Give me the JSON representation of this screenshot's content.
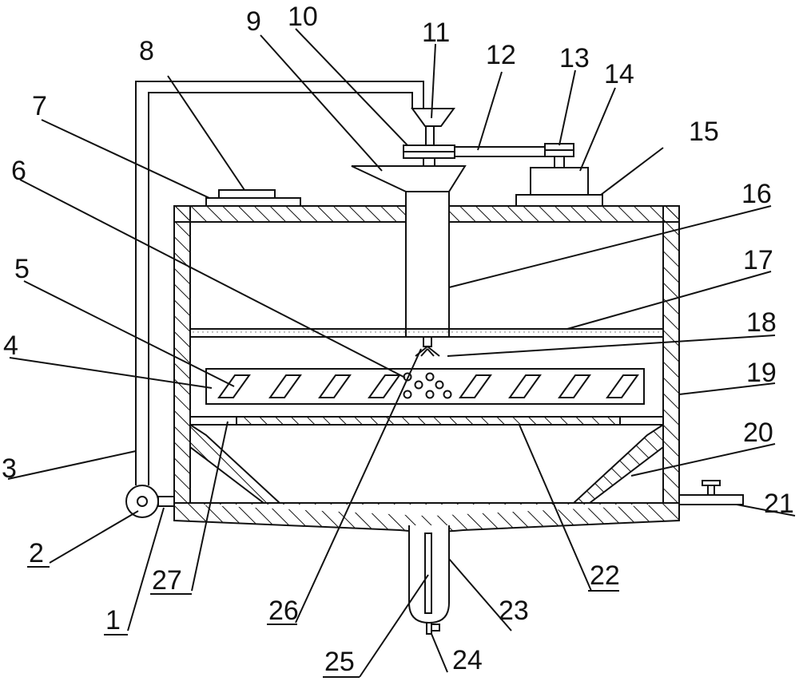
{
  "diagram": {
    "labels": [
      {
        "id": "1",
        "text": "1"
      },
      {
        "id": "2",
        "text": "2"
      },
      {
        "id": "3",
        "text": "3"
      },
      {
        "id": "4",
        "text": "4"
      },
      {
        "id": "5",
        "text": "5"
      },
      {
        "id": "6",
        "text": "6"
      },
      {
        "id": "7",
        "text": "7"
      },
      {
        "id": "8",
        "text": "8"
      },
      {
        "id": "9",
        "text": "9"
      },
      {
        "id": "10",
        "text": "10"
      },
      {
        "id": "11",
        "text": "11"
      },
      {
        "id": "12",
        "text": "12"
      },
      {
        "id": "13",
        "text": "13"
      },
      {
        "id": "14",
        "text": "14"
      },
      {
        "id": "15",
        "text": "15"
      },
      {
        "id": "16",
        "text": "16"
      },
      {
        "id": "17",
        "text": "17"
      },
      {
        "id": "18",
        "text": "18"
      },
      {
        "id": "19",
        "text": "19"
      },
      {
        "id": "20",
        "text": "20"
      },
      {
        "id": "21",
        "text": "21"
      },
      {
        "id": "22",
        "text": "22"
      },
      {
        "id": "23",
        "text": "23"
      },
      {
        "id": "24",
        "text": "24"
      },
      {
        "id": "25",
        "text": "25"
      },
      {
        "id": "26",
        "text": "26"
      },
      {
        "id": "27",
        "text": "27"
      }
    ]
  }
}
